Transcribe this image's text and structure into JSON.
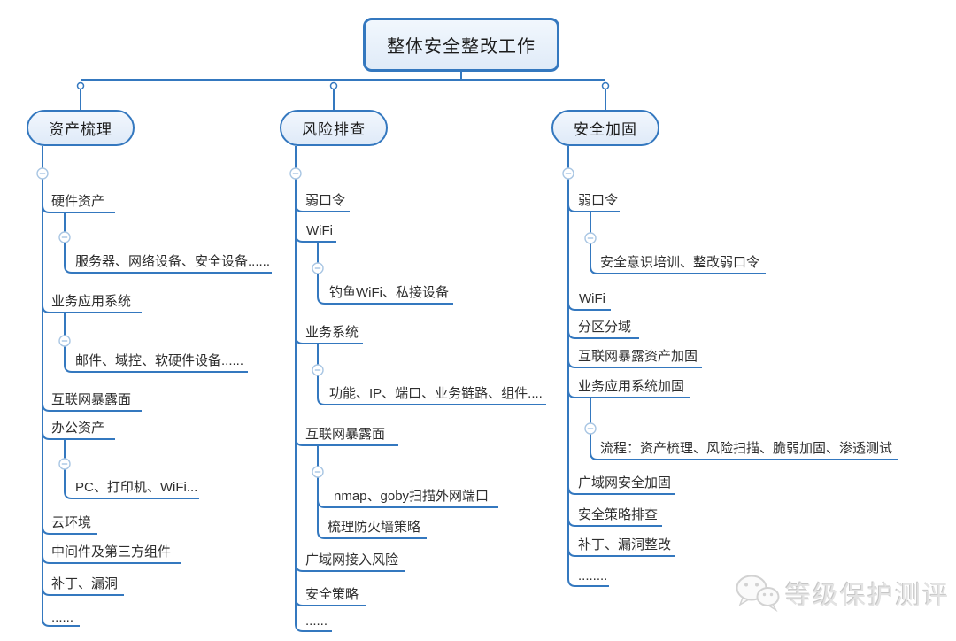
{
  "root": {
    "label": "整体安全整改工作"
  },
  "branches": [
    {
      "label": "资产梳理",
      "children": [
        {
          "label": "硬件资产",
          "children": [
            {
              "label": "服务器、网络设备、安全设备......"
            }
          ]
        },
        {
          "label": "业务应用系统",
          "children": [
            {
              "label": "邮件、域控、软硬件设备......"
            }
          ]
        },
        {
          "label": "互联网暴露面"
        },
        {
          "label": "办公资产",
          "children": [
            {
              "label": "PC、打印机、WiFi..."
            }
          ]
        },
        {
          "label": "云环境"
        },
        {
          "label": "中间件及第三方组件"
        },
        {
          "label": "补丁、漏洞"
        },
        {
          "label": "......"
        }
      ]
    },
    {
      "label": "风险排查",
      "children": [
        {
          "label": "弱口令"
        },
        {
          "label": "WiFi",
          "children": [
            {
              "label": "钓鱼WiFi、私接设备"
            }
          ]
        },
        {
          "label": "业务系统",
          "children": [
            {
              "label": "功能、IP、端口、业务链路、组件...."
            }
          ]
        },
        {
          "label": "互联网暴露面",
          "children": [
            {
              "label": "nmap、goby扫描外网端口"
            },
            {
              "label": "梳理防火墙策略"
            }
          ]
        },
        {
          "label": "广域网接入风险"
        },
        {
          "label": "安全策略"
        },
        {
          "label": "......"
        }
      ]
    },
    {
      "label": "安全加固",
      "children": [
        {
          "label": "弱口令",
          "children": [
            {
              "label": "安全意识培训、整改弱口令"
            }
          ]
        },
        {
          "label": "WiFi"
        },
        {
          "label": "分区分域"
        },
        {
          "label": "互联网暴露资产加固"
        },
        {
          "label": "业务应用系统加固",
          "children": [
            {
              "label": "流程：资产梳理、风险扫描、脆弱加固、渗透测试"
            }
          ]
        },
        {
          "label": "广域网安全加固"
        },
        {
          "label": "安全策略排查"
        },
        {
          "label": "补丁、漏洞整改"
        },
        {
          "label": "........"
        }
      ]
    }
  ],
  "watermark": {
    "text": "等级保护测评"
  },
  "icons": {
    "collapse": "−",
    "watermark_logo": "wechat-chat-bubbles",
    "junction": "small-circle"
  },
  "colors": {
    "line": "#3478BF",
    "topic_fill": "#E7F0FB",
    "topic_border": "#3478BF",
    "text": "#2E2E2E",
    "collapse_icon": "#A9C6E3",
    "watermark": "#E3E3E3"
  }
}
